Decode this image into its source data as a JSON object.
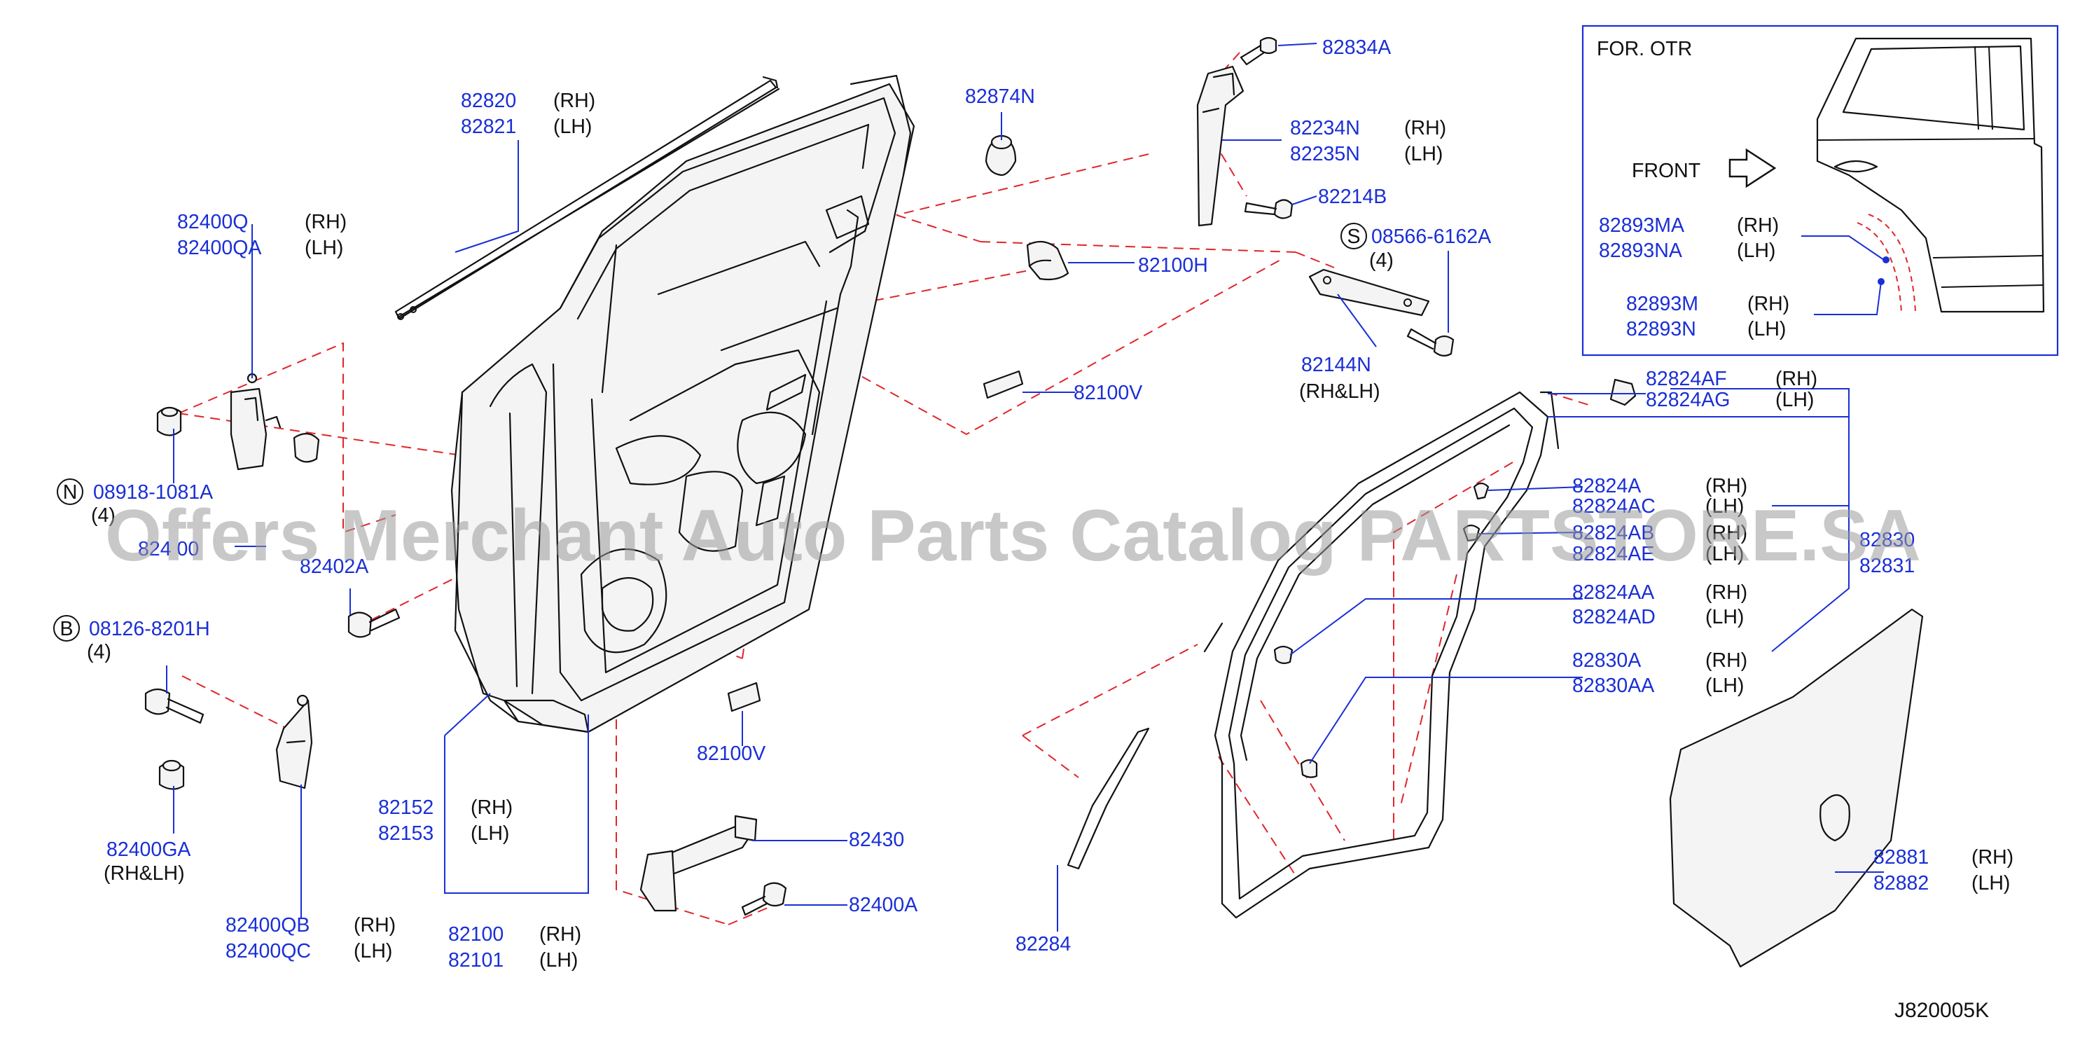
{
  "diagram_code": "J820005K",
  "watermark": "Offers Merchant Auto Parts Catalog PARTSTORE.SA",
  "inset": {
    "title": "FOR.   OTR",
    "front": "FRONT"
  },
  "labels": {
    "p82820": "82820",
    "p82821": "82821",
    "p82874N": "82874N",
    "p82834A": "82834A",
    "p82234N": "82234N",
    "p82235N": "82235N",
    "p82214B": "82214B",
    "p82100H": "82100H",
    "p08566": "08566-6162A",
    "q08566": "(4)",
    "p82144N": "82144N",
    "s82144N": "(RH&LH)",
    "p82100V_top": "82100V",
    "p82400Q": "82400Q",
    "p82400QA": "82400QA",
    "p08918": "08918-1081A",
    "q08918": "(4)",
    "p82400_partial": "824  00",
    "p82402A": "82402A",
    "p08126": "08126-8201H",
    "q08126": "(4)",
    "p82400GA": "82400GA",
    "s82400GA": "(RH&LH)",
    "p82400QB": "82400QB",
    "p82400QC": "82400QC",
    "p82152": "82152",
    "p82153": "82153",
    "p82100": "82100",
    "p82101": "82101",
    "p82100V_bot": "82100V",
    "p82430": "82430",
    "p82400A": "82400A",
    "p82284": "82284",
    "p82824AF": "82824AF",
    "p82824AG": "82824AG",
    "p82824A": "82824A",
    "p82824AC": "82824AC",
    "p82824AB": "82824AB",
    "p82824AE": "82824AE",
    "p82830": "82830",
    "p82831": "82831",
    "p82824AA": "82824AA",
    "p82824AD": "82824AD",
    "p82830A": "82830A",
    "p82830AA": "82830AA",
    "p82881": "82881",
    "p82882": "82882",
    "p82893MA": "82893MA",
    "p82893NA": "82893NA",
    "p82893M": "82893M",
    "p82893N": "82893N"
  },
  "sides": {
    "rh": "(RH)",
    "lh": "(LH)"
  },
  "circle_markers": {
    "n": "N",
    "b": "B",
    "s": "S"
  }
}
